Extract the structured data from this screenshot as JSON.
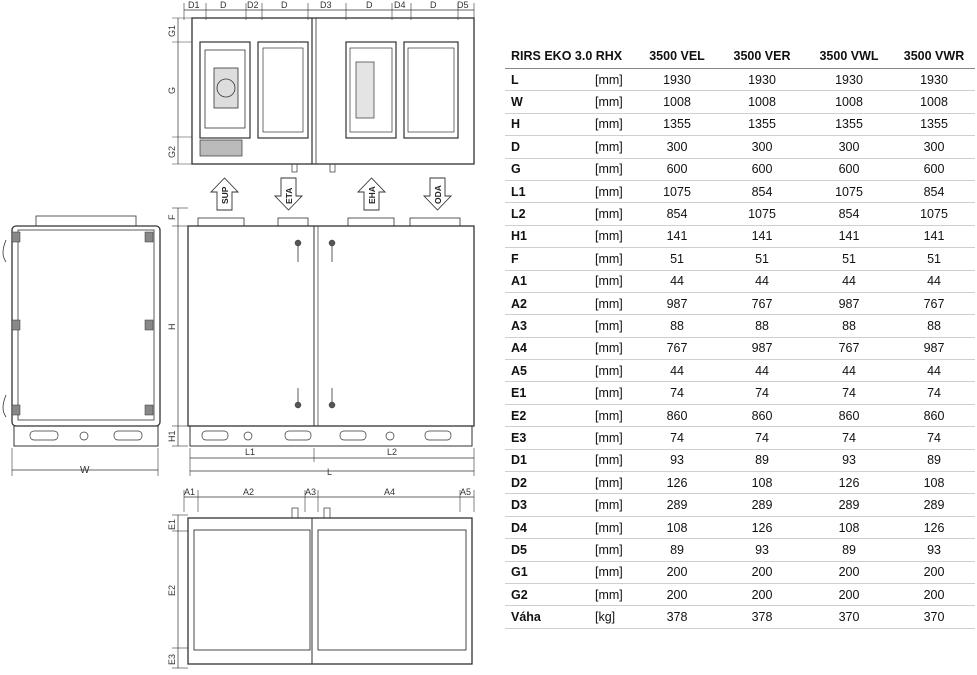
{
  "drawing": {
    "top_dims": [
      "D1",
      "D",
      "D2",
      "D",
      "D3",
      "D",
      "D4",
      "D",
      "D5"
    ],
    "left_top_dims": [
      "G1",
      "G",
      "G2"
    ],
    "flows": [
      "SUP",
      "ETA",
      "EHA",
      "ODA"
    ],
    "side_width_label": "W",
    "height_labels": [
      "F",
      "H",
      "H1"
    ],
    "front_dims": [
      "L1",
      "L",
      "L2"
    ],
    "bottom_top_dims": [
      "A1",
      "A2",
      "A3",
      "A4",
      "A5"
    ],
    "bottom_left_dims": [
      "E1",
      "E2",
      "E3"
    ]
  },
  "table": {
    "title": "RIRS EKO 3.0 RHX",
    "models": [
      "3500 VEL",
      "3500 VER",
      "3500 VWL",
      "3500 VWR"
    ],
    "rows": [
      {
        "param": "L",
        "unit": "[mm]",
        "values": [
          "1930",
          "1930",
          "1930",
          "1930"
        ]
      },
      {
        "param": "W",
        "unit": "[mm]",
        "values": [
          "1008",
          "1008",
          "1008",
          "1008"
        ]
      },
      {
        "param": "H",
        "unit": "[mm]",
        "values": [
          "1355",
          "1355",
          "1355",
          "1355"
        ]
      },
      {
        "param": "D",
        "unit": "[mm]",
        "values": [
          "300",
          "300",
          "300",
          "300"
        ]
      },
      {
        "param": "G",
        "unit": "[mm]",
        "values": [
          "600",
          "600",
          "600",
          "600"
        ]
      },
      {
        "param": "L1",
        "unit": "[mm]",
        "values": [
          "1075",
          "854",
          "1075",
          "854"
        ]
      },
      {
        "param": "L2",
        "unit": "[mm]",
        "values": [
          "854",
          "1075",
          "854",
          "1075"
        ]
      },
      {
        "param": "H1",
        "unit": "[mm]",
        "values": [
          "141",
          "141",
          "141",
          "141"
        ]
      },
      {
        "param": "F",
        "unit": "[mm]",
        "values": [
          "51",
          "51",
          "51",
          "51"
        ]
      },
      {
        "param": "A1",
        "unit": "[mm]",
        "values": [
          "44",
          "44",
          "44",
          "44"
        ]
      },
      {
        "param": "A2",
        "unit": "[mm]",
        "values": [
          "987",
          "767",
          "987",
          "767"
        ]
      },
      {
        "param": "A3",
        "unit": "[mm]",
        "values": [
          "88",
          "88",
          "88",
          "88"
        ]
      },
      {
        "param": "A4",
        "unit": "[mm]",
        "values": [
          "767",
          "987",
          "767",
          "987"
        ]
      },
      {
        "param": "A5",
        "unit": "[mm]",
        "values": [
          "44",
          "44",
          "44",
          "44"
        ]
      },
      {
        "param": "E1",
        "unit": "[mm]",
        "values": [
          "74",
          "74",
          "74",
          "74"
        ]
      },
      {
        "param": "E2",
        "unit": "[mm]",
        "values": [
          "860",
          "860",
          "860",
          "860"
        ]
      },
      {
        "param": "E3",
        "unit": "[mm]",
        "values": [
          "74",
          "74",
          "74",
          "74"
        ]
      },
      {
        "param": "D1",
        "unit": "[mm]",
        "values": [
          "93",
          "89",
          "93",
          "89"
        ]
      },
      {
        "param": "D2",
        "unit": "[mm]",
        "values": [
          "126",
          "108",
          "126",
          "108"
        ]
      },
      {
        "param": "D3",
        "unit": "[mm]",
        "values": [
          "289",
          "289",
          "289",
          "289"
        ]
      },
      {
        "param": "D4",
        "unit": "[mm]",
        "values": [
          "108",
          "126",
          "108",
          "126"
        ]
      },
      {
        "param": "D5",
        "unit": "[mm]",
        "values": [
          "89",
          "93",
          "89",
          "93"
        ]
      },
      {
        "param": "G1",
        "unit": "[mm]",
        "values": [
          "200",
          "200",
          "200",
          "200"
        ]
      },
      {
        "param": "G2",
        "unit": "[mm]",
        "values": [
          "200",
          "200",
          "200",
          "200"
        ]
      },
      {
        "param": "Váha",
        "unit": "[kg]",
        "values": [
          "378",
          "378",
          "370",
          "370"
        ]
      }
    ]
  }
}
